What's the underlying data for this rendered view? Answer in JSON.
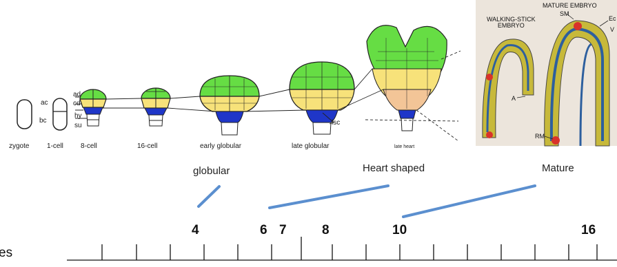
{
  "stages": [
    "zygote",
    "1-cell",
    "8-cell",
    "16-cell",
    "early globular",
    "late globular",
    "late heart"
  ],
  "cell_parts": {
    "ac": "ac",
    "bc": "bc",
    "ad": "ad",
    "cd": "cd",
    "hy": "hy",
    "su": "su",
    "lsc": "lsc"
  },
  "photo_labels": {
    "mature": "MATURE EMBRYO",
    "walking_stick": "WALKING-STICK\nEMBRYO",
    "sm": "SM",
    "ec": "Ec",
    "v": "V",
    "a": "A",
    "rm": "RM"
  },
  "phases": {
    "globular": "globular",
    "heart": "Heart shaped",
    "mature": "Mature"
  },
  "timeline": {
    "title_fragment": "es",
    "numbers": [
      "4",
      "6",
      "7",
      "8",
      "10",
      "16"
    ]
  },
  "colors": {
    "green": "#66dd44",
    "yellow": "#f7e27a",
    "peach": "#f3c597",
    "blue": "#1f36c8",
    "connector": "#5b8fcf"
  }
}
